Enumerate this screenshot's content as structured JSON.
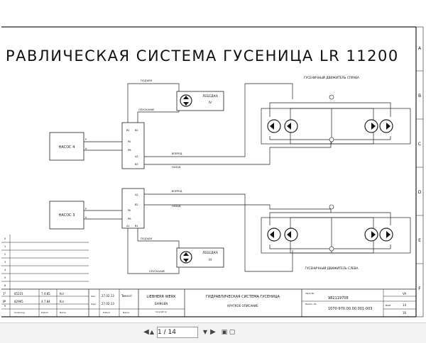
{
  "title": "РАВЛИЧЕСКАЯ СИСТЕМА ГУСЕНИЦА LR 11200",
  "border_letters": [
    "A",
    "B",
    "C",
    "D",
    "E",
    "F"
  ],
  "labels": {
    "pump4": "НАСОС 4",
    "pump3": "НАСОС 3",
    "winch4_name": "ЛЕБЕДКА",
    "winch4_num": "IV",
    "winch3_name": "ЛЕБЕДКА",
    "winch3_num": "III",
    "track_right": "ГУСЕНИЧНЫЙ ДВИЖИТЕЛЬ СПРАВА",
    "track_left": "ГУСЕНИЧНЫЙ ДВИЖИТЕЛЬ СЛЕВА",
    "lift_up_top": "ПОДЪЕМ",
    "lower_top": "ОПУСКАНИЕ",
    "forward_top": "ВПЕРЕД",
    "back_top": "НАЗАД",
    "forward_bottom": "ВПЕРЕД",
    "back_bottom": "НАЗАД",
    "lift_up_bottom": "ПОДЪЕМ",
    "lower_bottom": "ОПУСКАНИЕ"
  },
  "ports": {
    "p_top": "P",
    "p_bottom": "P",
    "a_top": "A",
    "a_bottom": "A",
    "valve1_b1": "B1",
    "valve1_b2": "B2",
    "valve1_pa": "PA",
    "valve1_pb": "PB",
    "valve1_a2": "A2",
    "valve1_b3": "B3",
    "valve2_a2": "A2",
    "valve2_b2": "B2",
    "valve2_pa": "PA",
    "valve2_pb": "PB",
    "valve2_a1": "A1",
    "valve2_b1": "B1"
  },
  "title_block": {
    "row_numbers": [
      "0",
      "1",
      "2",
      "3",
      "4",
      "5",
      "6",
      "7",
      "8",
      "9"
    ],
    "change_rows": [
      {
        "idx": "1",
        "number": "85221",
        "date": "7.4.85",
        "name": "Kcr"
      },
      {
        "idx": "0",
        "number": "82965",
        "date": "4.7.84",
        "name": "Kcr"
      }
    ],
    "change_headers": [
      "Änderung",
      "Datum",
      "Name"
    ],
    "drawn_label": "Gez.",
    "drawn_date": "27.02.13",
    "drawn_name": "Twescrl",
    "checked_label": "Gepr.",
    "checked_date": "27.02.13",
    "date_header": "Datum",
    "name_header": "Name",
    "company": "LIEBHERR WERK",
    "company_city": "EHINGEN",
    "copyright": "Copyright (c)",
    "doc_title": "ГИДРАВЛИЧЕСКАЯ СИСТЕМА ГУСЕНИЦА",
    "doc_subtitle": "КРАТКОЕ ОПИСАНИЕ",
    "ident_label": "Ident-Nr.",
    "ident_value": "982119708",
    "drawing_label": "Zeichn.-Nr.",
    "drawing_value": "1070-970.00.00.001-003",
    "sheet_label": "Blatt",
    "sheet_value": "14",
    "sheet_total": "16",
    "index_value": "VA"
  },
  "viewer": {
    "page_indicator": "1 / 14"
  }
}
